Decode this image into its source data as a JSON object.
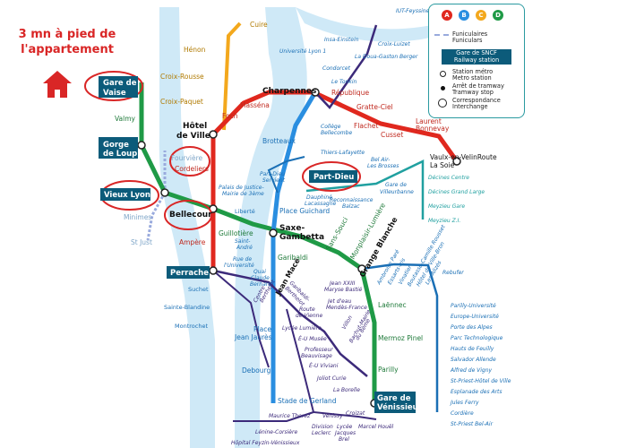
{
  "callout": {
    "line1": "3 mn à pied de",
    "line2": "l'appartement",
    "icon": "house-icon",
    "color": "#d92626"
  },
  "legend": {
    "lines": [
      "A",
      "B",
      "C",
      "D"
    ],
    "line_colors": [
      "#e0281e",
      "#2a8ee0",
      "#f3a81d",
      "#1f9a46"
    ],
    "funiculaires": "Funiculaires",
    "funiculars": "Funiculars",
    "sncf_fr": "Gare de SNCF",
    "sncf_en": "Railway station",
    "metro_fr": "Station métro",
    "metro_en": "Metro station",
    "tram_fr": "Arrêt de tramway",
    "tram_en": "Tramway stop",
    "corr_fr": "Correspondance",
    "corr_en": "Interchange"
  },
  "colors": {
    "metro_a": "#e0281e",
    "metro_b": "#2a8ee0",
    "metro_c": "#f3a81d",
    "metro_d": "#1f9a46",
    "tram_t1": "#3c2a7a",
    "tram_t2": "#1a6fb5",
    "tram_t3": "#20a0a0",
    "river": "#cfe9f7",
    "sncf_box": "#0c5b7a"
  },
  "stations": {
    "cuire": "Cuire",
    "henon": "Hénon",
    "croix_rousse": "Croix-Rousse",
    "croix_paquet": "Croix-Paquet",
    "gare_vaise_1": "Gare de",
    "gare_vaise_2": "Vaise",
    "valmy": "Valmy",
    "gorge_loup_1": "Gorge",
    "gorge_loup_2": "de Loup",
    "fourviere": "Fourvière",
    "vieux_lyon": "Vieux Lyon",
    "minimes": "Minimes",
    "st_just": "St Just",
    "hotel_ville_1": "Hôtel",
    "hotel_ville_2": "de Ville",
    "cordeliers": "Cordeliers",
    "bellecour": "Bellecour",
    "ampere": "Ampère",
    "perrache": "Perrache",
    "suchet": "Suchet",
    "sainte_blandine": "Sainte-Blandine",
    "montrochet": "Montrochet",
    "foch": "Foch",
    "massena": "Masséna",
    "charpennes": "Charpennes",
    "republique": "République",
    "gratte_ciel": "Gratte-Ciel",
    "flachet": "Flachet",
    "cusset": "Cusset",
    "laurent_bonnevay_1": "Laurent",
    "laurent_bonnevay_2": "Bonnevay",
    "vaulx_1": "Vaulx-en-VelinRoute",
    "vaulx_2": "La Soie",
    "brotteaux": "Brotteaux",
    "part_dieu": "Part-Dieu",
    "place_guichard": "Place Guichard",
    "saxe_1": "Saxe-",
    "saxe_2": "Gambetta",
    "garibaldi": "Garibaldi",
    "sans_souci": "Sans-Souci",
    "monplaisir": "Monplaisir-Lumière",
    "grange_blanche": "Grange Blanche",
    "laennec": "Laënnec",
    "mermoz": "Mermoz Pinel",
    "parilly": "Parilly",
    "gare_venissieux_1": "Gare de",
    "gare_venissieux_2": "Vénissieux",
    "jean_mace": "Jean Macé",
    "place_jean_jaures_1": "Place",
    "place_jean_jaures_2": "Jean Jaurès",
    "debourg": "Debourg",
    "stade_gerland": "Stade de Gerland",
    "guillotiere": "Guillotière",
    "liberte": "Liberté",
    "iut_feyssine": "IUT-Feyssine",
    "insa": "Insa-Einstein",
    "croix_luizet": "Croix-Luizet",
    "univ_lyon1": "Université Lyon 1",
    "doua": "La Doua-Gaston Berger",
    "condorcet": "Condorcet",
    "tonkin": "Le Tonkin",
    "college_1": "Collège",
    "college_2": "Bellecombe",
    "thiers": "Thiers-Lafayette",
    "pd_servient_1": "Part-Dieu",
    "pd_servient_2": "Servient",
    "palais_1": "Palais de Justice-",
    "palais_2": "Mairie de 3ème",
    "belair_1": "Bel Air-",
    "belair_2": "Les Brosses",
    "dauphine_1": "Dauphiné",
    "dauphine_2": "Lacassagne",
    "reconnaissance_1": "Reconnaissance",
    "reconnaissance_2": "Balzac",
    "gare_villeurbanne_1": "Gare de",
    "gare_villeurbanne_2": "Villeurbanne",
    "decines_centre": "Décines Centre",
    "decines_grand_large": "Décines Grand Large",
    "meyzieu_gare": "Meyzieu Gare",
    "meyzieu_zi": "Meyzieu Z.I.",
    "saint_andre_1": "Saint-",
    "saint_andre_2": "André",
    "rue_univ_1": "Rue de",
    "rue_univ_2": "l'Université",
    "quai_bernard_1": "Quai",
    "quai_bernard_2": "Claude",
    "quai_bernard_3": "Bernard",
    "garibaldi_berthelot_1": "Garibaldi-",
    "garibaldi_berthelot_2": "Berthelot",
    "centre_berthelot_1": "Centre",
    "centre_berthelot_2": "Berthelot",
    "route_vienne_1": "Route",
    "route_vienne_2": "de Vienne",
    "jean_xxiii_1": "Jean XXIII",
    "jean_xxiii_2": "Maryse Bastié",
    "jet_deau_1": "Jet d'eau",
    "jet_deau_2": "Mendès-France",
    "villon": "Villon",
    "bachut_1": "Bachut-Mairie",
    "bachut_2": "du 8ème",
    "ambroise_pare": "Ambroise Paré",
    "essarts": "Essarts-Iris",
    "vinatier": "Vinatier",
    "boutasse": "Boutasse-Camille Rousset",
    "hotel_bron": "Hôtel de Ville-Bron",
    "alizes": "Les Alizés",
    "rebufer": "Rebufer",
    "parilly_univ": "Parilly-Université",
    "europe_univ": "Europe-Université",
    "porte_alpes": "Porte des Alpes",
    "parc_tech": "Parc Technologique",
    "hauts_feuilly": "Hauts de Feuilly",
    "salvador": "Salvador Allende",
    "alfred_vigny": "Alfred de Vigny",
    "st_priest_hotel": "St-Priest-Hôtel de Ville",
    "esplanade": "Esplanade des Arts",
    "jules_ferry": "Jules Ferry",
    "cordiere": "Cordière",
    "st_priest_belair": "St-Priest Bel-Air",
    "lycee_lumiere": "Lycée Lumière",
    "eu_musee": "É-U Musée",
    "professeur_1": "Professeur",
    "professeur_2": "Beauvisage",
    "eu_viviani": "É-U Viviani",
    "joliot_curie": "Joliot Curie",
    "la_borelle": "La Borelle",
    "maurice_thorez": "Maurice Thorez",
    "venissy": "Vénissy",
    "croizat": "Croizat",
    "division_1": "Division",
    "division_2": "Leclerc",
    "lycee_brel_1": "Lycée",
    "lycee_brel_2": "Jacques",
    "lycee_brel_3": "Brel",
    "marcel_houel": "Marcel Houël",
    "lenine": "Lénine-Corsière",
    "hopital_feyzin": "Hôpital Feyzin-Vénissieux"
  }
}
